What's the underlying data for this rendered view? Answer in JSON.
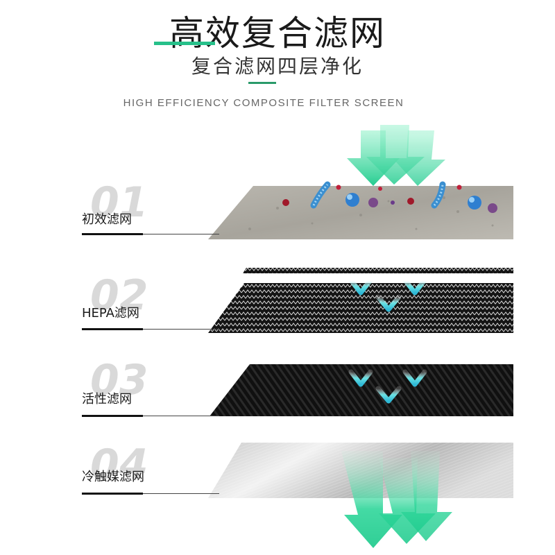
{
  "header": {
    "title": "高效复合滤网",
    "subtitle": "复合滤网四层净化",
    "english": "HIGH EFFICIENCY COMPOSITE FILTER SCREEN"
  },
  "layers": [
    {
      "number": "01",
      "label": "初效滤网"
    },
    {
      "number": "02",
      "label": "HEPA滤网"
    },
    {
      "number": "03",
      "label": "活性滤网"
    },
    {
      "number": "04",
      "label": "冷触媒滤网"
    }
  ],
  "colors": {
    "accent_green": "#27c08a",
    "arrow_green": "#3fd2a0",
    "arrow_cyan": "#5ee0e6"
  }
}
